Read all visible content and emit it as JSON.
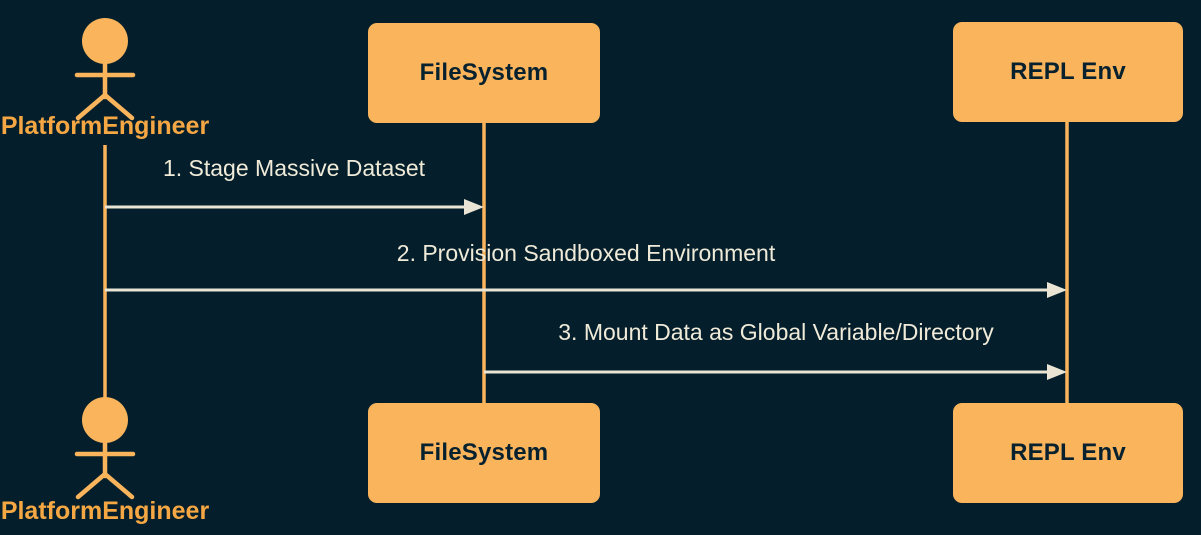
{
  "diagram_type": "sequence",
  "colors": {
    "background": "#041F2B",
    "shape_fill": "#F9B45C",
    "actor_label_text": "#F5A743",
    "participant_box_text": "#07212E",
    "message_text": "#F0EAD9",
    "arrow": "#E9E4D4"
  },
  "actors": {
    "platform_engineer": {
      "label": "PlatformEngineer",
      "type": "actor"
    },
    "filesystem": {
      "label": "FileSystem",
      "type": "participant"
    },
    "repl_env": {
      "label": "REPL Env",
      "type": "participant"
    }
  },
  "messages": [
    {
      "label": "1. Stage Massive Dataset",
      "from": "platform_engineer",
      "to": "filesystem"
    },
    {
      "label": "2. Provision Sandboxed Environment",
      "from": "platform_engineer",
      "to": "repl_env"
    },
    {
      "label": "3. Mount Data as Global Variable/Directory",
      "from": "filesystem",
      "to": "repl_env"
    }
  ]
}
